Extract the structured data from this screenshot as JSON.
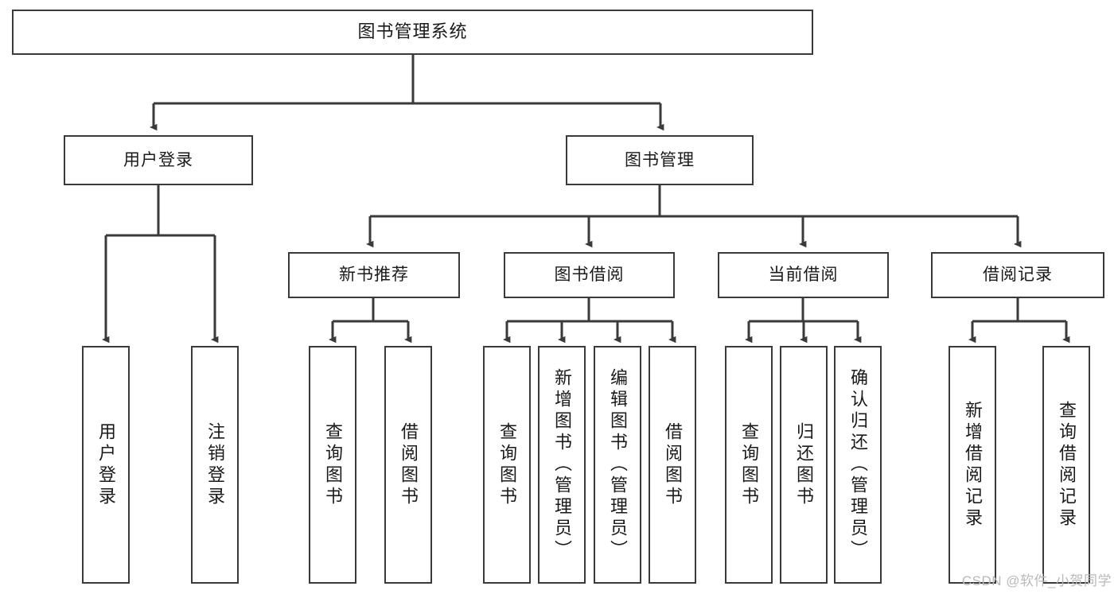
{
  "diagram": {
    "title": "图书管理系统",
    "type": "tree",
    "watermark": "CSDN @软件_小贺同学",
    "colors": {
      "box_border": "#3a3a3a",
      "box_fill": "#ffffff",
      "edge": "#3a3a3a",
      "text": "#1a1a1a",
      "watermark": "#b9b9b9",
      "background": "#ffffff"
    },
    "levels": {
      "root": {
        "label": "图书管理系统"
      },
      "level2": [
        {
          "label": "用户登录"
        },
        {
          "label": "图书管理"
        }
      ],
      "level3": [
        {
          "label": "新书推荐"
        },
        {
          "label": "图书借阅"
        },
        {
          "label": "当前借阅"
        },
        {
          "label": "借阅记录"
        }
      ],
      "leaves": {
        "user_login": [
          {
            "label": "用户登录"
          },
          {
            "label": "注销登录"
          }
        ],
        "new_book_recommend": [
          {
            "label": "查询图书"
          },
          {
            "label": "借阅图书"
          }
        ],
        "book_borrow": [
          {
            "label": "查询图书"
          },
          {
            "label": "新增图书（管理员）"
          },
          {
            "label": "编辑图书（管理员）"
          },
          {
            "label": "借阅图书"
          }
        ],
        "current_borrow": [
          {
            "label": "查询图书"
          },
          {
            "label": "归还图书"
          },
          {
            "label": "确认归还（管理员）"
          }
        ],
        "borrow_record": [
          {
            "label": "新增借阅记录"
          },
          {
            "label": "查询借阅记录"
          }
        ]
      }
    }
  }
}
